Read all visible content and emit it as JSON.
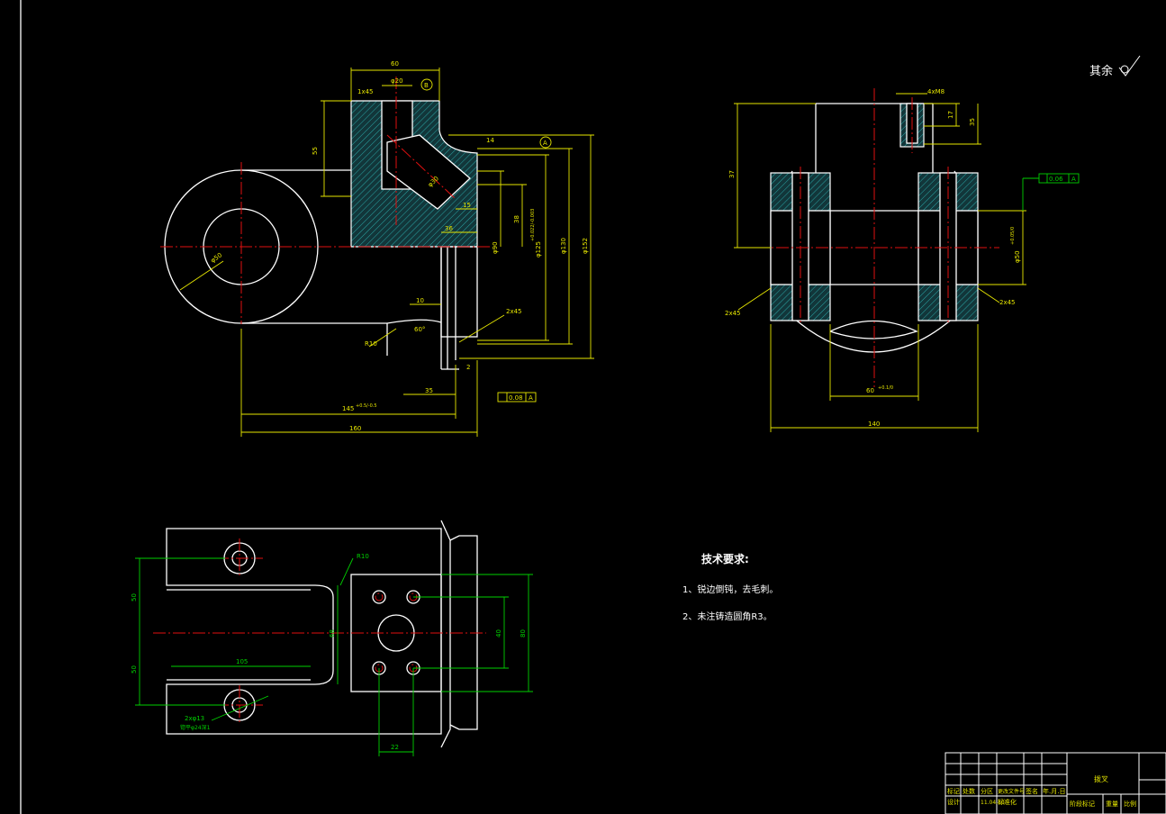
{
  "drawing": {
    "rough_note": "其余",
    "tech_title": "技术要求:",
    "tech_items": [
      "1、锐边倒钝，去毛刺。",
      "2、未注铸造圆角R3。"
    ]
  },
  "dims_front": {
    "d60": "60",
    "d20": "φ20",
    "c1x45": "1x45",
    "d55": "55",
    "d14": "14",
    "d15": "15",
    "d36": "36",
    "d38": "38",
    "d90": "φ90",
    "d125": "φ125",
    "d125_tol": "+0.022/-0.003",
    "d130": "φ130",
    "d152": "φ152",
    "d50": "φ50",
    "d10": "10",
    "r10": "R10",
    "ang60": "60°",
    "c2x45": "2x45",
    "d35": "35",
    "d2": "2",
    "d145": "145",
    "d145_tol": "+0.5/-0.5",
    "d160": "160",
    "d_bore": "φ30",
    "fcf": "0.08",
    "datum": "A",
    "datum_b": "B"
  },
  "dims_side": {
    "d4xm8": "4xM8",
    "d17": "17",
    "d35": "35",
    "d37": "37",
    "d50": "φ50",
    "d50_tol": "+0.05/0",
    "fcf": "0.06",
    "datum": "A",
    "c2x45": "2x45",
    "c2x45b": "2x45",
    "d60": "60",
    "d60_tol": "+0.1/0",
    "d140": "140"
  },
  "dims_top": {
    "d50a": "50",
    "d50b": "50",
    "d68": "68",
    "d40": "40",
    "d80": "80",
    "d22": "22",
    "d105": "105",
    "r10": "R10",
    "holes": "2xφ13",
    "holes_note": "锪平φ24深1"
  },
  "title_block": {
    "r1": [
      "标记",
      "处数",
      "分区",
      "更改文件号",
      "签名",
      "年.月.日"
    ],
    "r2": [
      "设计",
      "",
      "11.04.10",
      "标准化",
      "",
      ""
    ],
    "name": "拨叉",
    "stage": "阶段标记",
    "weight": "重量",
    "scale": "比例"
  }
}
